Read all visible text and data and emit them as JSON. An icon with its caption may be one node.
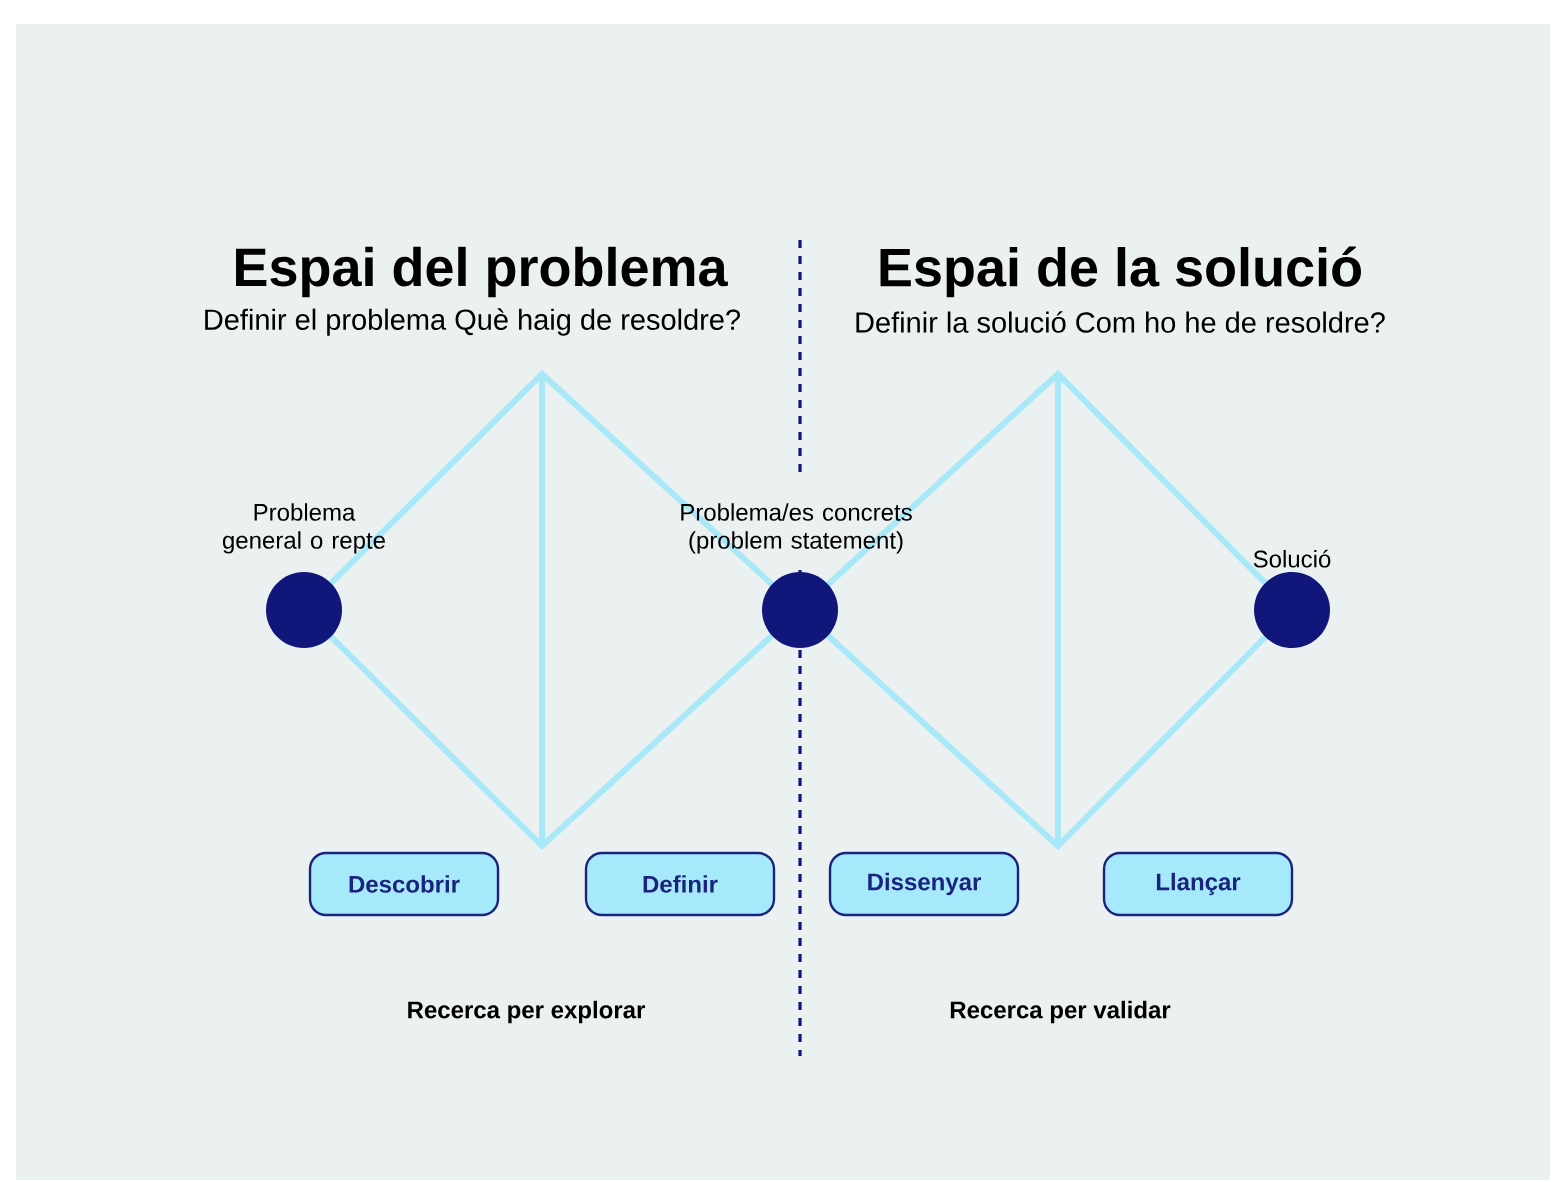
{
  "diagram": {
    "nodes": [
      {
        "text": [],
        "shape": "circle",
        "beside": [
          "Problema general o repte"
        ]
      },
      {
        "text": [],
        "shape": "circle",
        "beside": [
          "Problema/es concrets (problem statement)"
        ]
      },
      {
        "text": [],
        "shape": "circle",
        "beside": [
          "Solució"
        ]
      },
      {
        "text": [
          "Descobrir"
        ]
      },
      {
        "text": [
          "Definir"
        ]
      },
      {
        "text": [
          "Dissenyar"
        ]
      },
      {
        "text": [
          "Llançar"
        ]
      }
    ],
    "labels": [
      "Espai del problema",
      "Espai de la solució",
      "Definir el problema Què haig de resoldre?",
      "Definir la solució Com ho he de resoldre?",
      "Recerca per explorar",
      "Recerca per validar"
    ]
  }
}
